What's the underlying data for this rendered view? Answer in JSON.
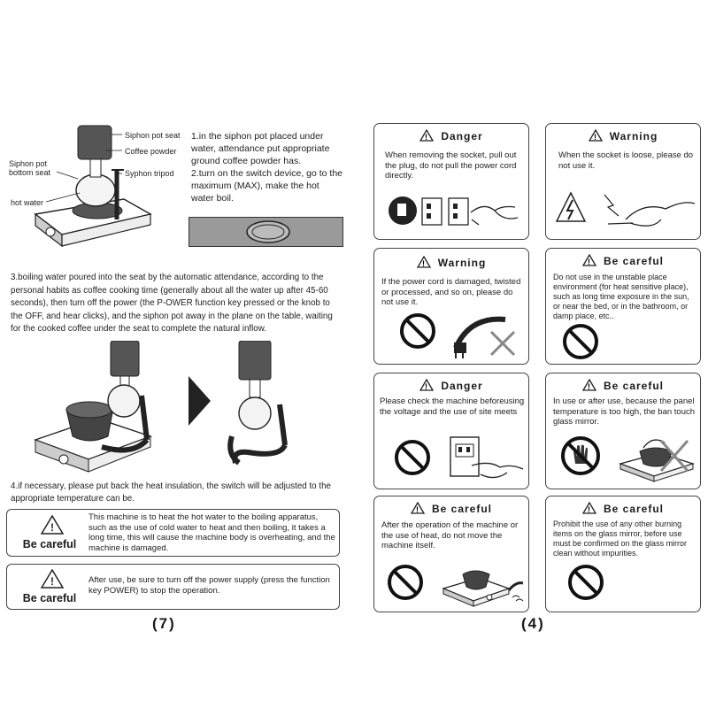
{
  "left_page": {
    "diagram_labels": {
      "seat": "Siphon pot seat",
      "powder": "Coffee powder",
      "bottom_seat": "Siphon pot\nbottom seat",
      "tripod": "Syphon tripod",
      "water": "hot water"
    },
    "steps": {
      "step1": "1.in the siphon pot placed under water, attendance put appropriate ground coffee powder has.",
      "step2": "2.turn on the switch device, go to the maximum (MAX), make the hot water boil.",
      "step3": "3.boiling water poured into the seat by the automatic attendance, according to the personal habits as coffee cooking time (generally about all the water up after 45-60 seconds), then turn off the power (the P-OWER function key pressed or the knob to the OFF, and hear clicks), and the siphon pot away in the plane on the table, waiting for the cooked coffee under the seat to complete the natural inflow.",
      "step4": "4.if necessary, please put back the heat insulation, the switch will be adjusted to the appropriate temperature can be."
    },
    "notes": [
      {
        "heading": "Be careful",
        "text": "This machine is to heat the hot water to the boiling apparatus, such as the use of cold water to heat and then boiling, it takes a long time, this will cause the machine body is overheating, and the machine is damaged."
      },
      {
        "heading": "Be careful",
        "text": "After use, be sure to turn off the power supply (press the function key POWER) to stop the operation."
      }
    ],
    "page_number": "(7)"
  },
  "right_page": {
    "cards": [
      {
        "title": "Danger",
        "text": "When removing the socket, pull out the plug, do not pull the power cord directly."
      },
      {
        "title": "Warning",
        "text": "When the socket is loose, please do not use it."
      },
      {
        "title": "Warning",
        "text": "If the power cord is damaged, twisted or processed, and so on, please do not use it."
      },
      {
        "title": "Be careful",
        "text": "Do not use in the unstable place environment (for heat sensitive place), such as long time exposure in the sun, or near the bed, or in the bathroom, or damp place, etc.."
      },
      {
        "title": "Danger",
        "text": "Please check the machine beforeusing the voltage and the use of site meets"
      },
      {
        "title": "Be careful",
        "text": "In use or after use, because the panel temperature is too high, the ban touch glass mirror."
      },
      {
        "title": "Be careful",
        "text": "After the operation of the machine or the use of heat, do not move the machine itself."
      },
      {
        "title": "Be careful",
        "text": "Prohibit the use of any other burning items on the glass mirror, before use must be confirmed on the glass mirror clean without impurities."
      }
    ],
    "page_number": "(4)"
  },
  "colors": {
    "ink": "#1a1a1a",
    "border": "#444444",
    "panel_gray": "#9a9a9a"
  }
}
